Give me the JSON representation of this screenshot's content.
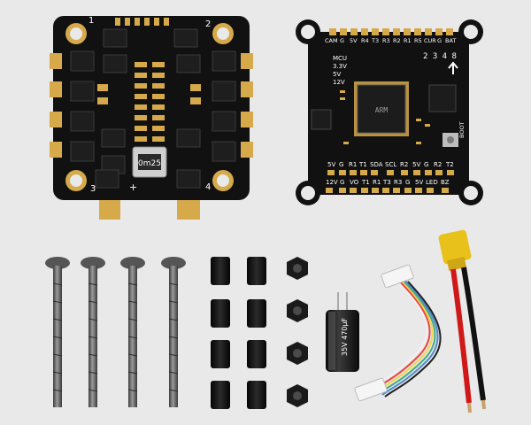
{
  "esc_board": {
    "corner_labels": [
      "1",
      "2",
      "3",
      "4"
    ],
    "capacitor_label": "0m25",
    "polarity_symbol": "+"
  },
  "fc_board": {
    "top_pads": [
      "CAM",
      "G",
      "5V",
      "R4",
      "T3",
      "R3",
      "R2",
      "R1",
      "R5",
      "CUR",
      "G",
      "BAT"
    ],
    "voltage_labels": [
      "MCU",
      "3.3V",
      "5V",
      "12V"
    ],
    "esc_numbers": "2 3 4 8",
    "boot_label": "BOOT",
    "mid_pads": [
      "5V",
      "G",
      "R1",
      "T1",
      "SDA",
      "SCL",
      "R2",
      "5V",
      "G",
      "R2",
      "T2"
    ],
    "bottom_pads": [
      "12V",
      "G",
      "VO",
      "T1",
      "R1",
      "T3",
      "R3",
      "G",
      "5V",
      "LED",
      "BZ"
    ],
    "mcu_label": "ARM"
  },
  "accessories": {
    "capacitor_text": "35V 470µF"
  },
  "colors": {
    "background": "#e9e9e9",
    "pcb": "#111111",
    "gold": "#d6a94a",
    "silkscreen": "#ffffff",
    "screw": "#6f6f6f",
    "wire_red": "#d01818",
    "xt60": "#e8c21a"
  }
}
